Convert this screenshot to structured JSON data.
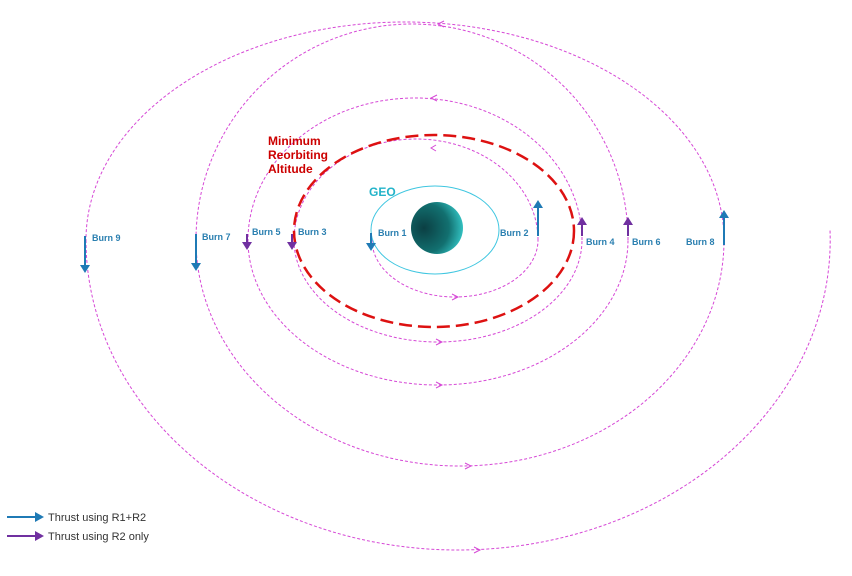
{
  "labels": {
    "geo": "GEO",
    "minimum": [
      "Minimum",
      "Reorbiting",
      "Altitude"
    ]
  },
  "burns": [
    {
      "label": "Burn 1",
      "thrust": "R1+R2"
    },
    {
      "label": "Burn 2",
      "thrust": "R1+R2"
    },
    {
      "label": "Burn 3",
      "thrust": "R2 only"
    },
    {
      "label": "Burn 4",
      "thrust": "R2 only"
    },
    {
      "label": "Burn 5",
      "thrust": "R2 only"
    },
    {
      "label": "Burn 6",
      "thrust": "R2 only"
    },
    {
      "label": "Burn 7",
      "thrust": "R1+R2"
    },
    {
      "label": "Burn 8",
      "thrust": "R1+R2"
    },
    {
      "label": "Burn 9",
      "thrust": "R1+R2"
    }
  ],
  "legend": [
    {
      "label": "Thrust using R1+R2",
      "color": "#1f7ab5"
    },
    {
      "label": "Thrust using R2 only",
      "color": "#7030a0"
    }
  ],
  "colors": {
    "spiral": "#d648d6",
    "geo_orbit": "#3fc6e0",
    "minimum_orbit": "#dd1111",
    "planet_dark": "#0b3f43",
    "planet_light": "#2dbfbf"
  }
}
